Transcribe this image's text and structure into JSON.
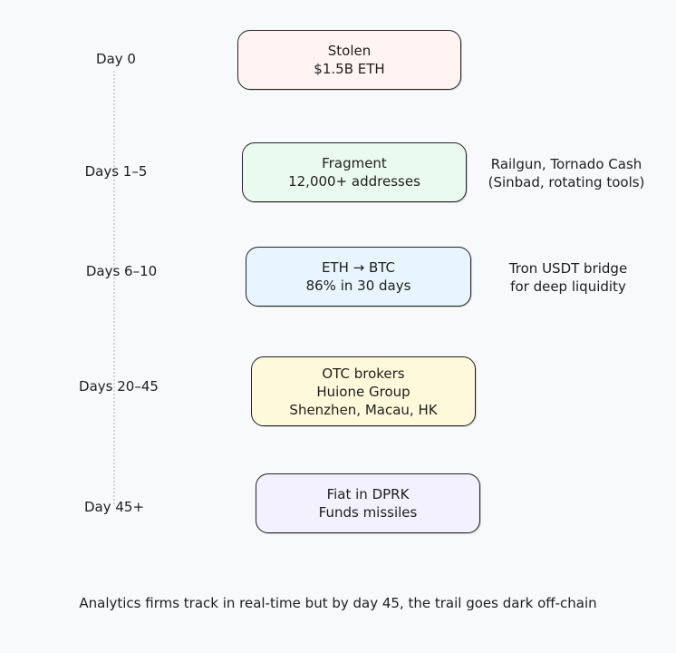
{
  "stages": [
    {
      "day": "Day 0",
      "lines": [
        "Stolen",
        "$1.5B ETH"
      ],
      "note": [],
      "color": "#fff4f2"
    },
    {
      "day": "Days 1–5",
      "lines": [
        "Fragment",
        "12,000+ addresses"
      ],
      "note": [
        "Railgun, Tornado Cash",
        "(Sinbad, rotating tools)"
      ],
      "color": "#ebfaee"
    },
    {
      "day": "Days 6–10",
      "lines": [
        "ETH → BTC",
        "86% in 30 days"
      ],
      "note": [
        "Tron USDT bridge",
        "for deep liquidity"
      ],
      "color": "#e7f5ff"
    },
    {
      "day": "Days 20–45",
      "lines": [
        "OTC brokers",
        "Huione Group",
        "Shenzhen, Macau, HK"
      ],
      "note": [],
      "color": "#fff9db"
    },
    {
      "day": "Day 45+",
      "lines": [
        "Fiat in DPRK",
        "Funds missiles"
      ],
      "note": [],
      "color": "#f3f0ff"
    }
  ],
  "caption": "Analytics firms track in real-time but by day 45, the trail goes dark off-chain"
}
